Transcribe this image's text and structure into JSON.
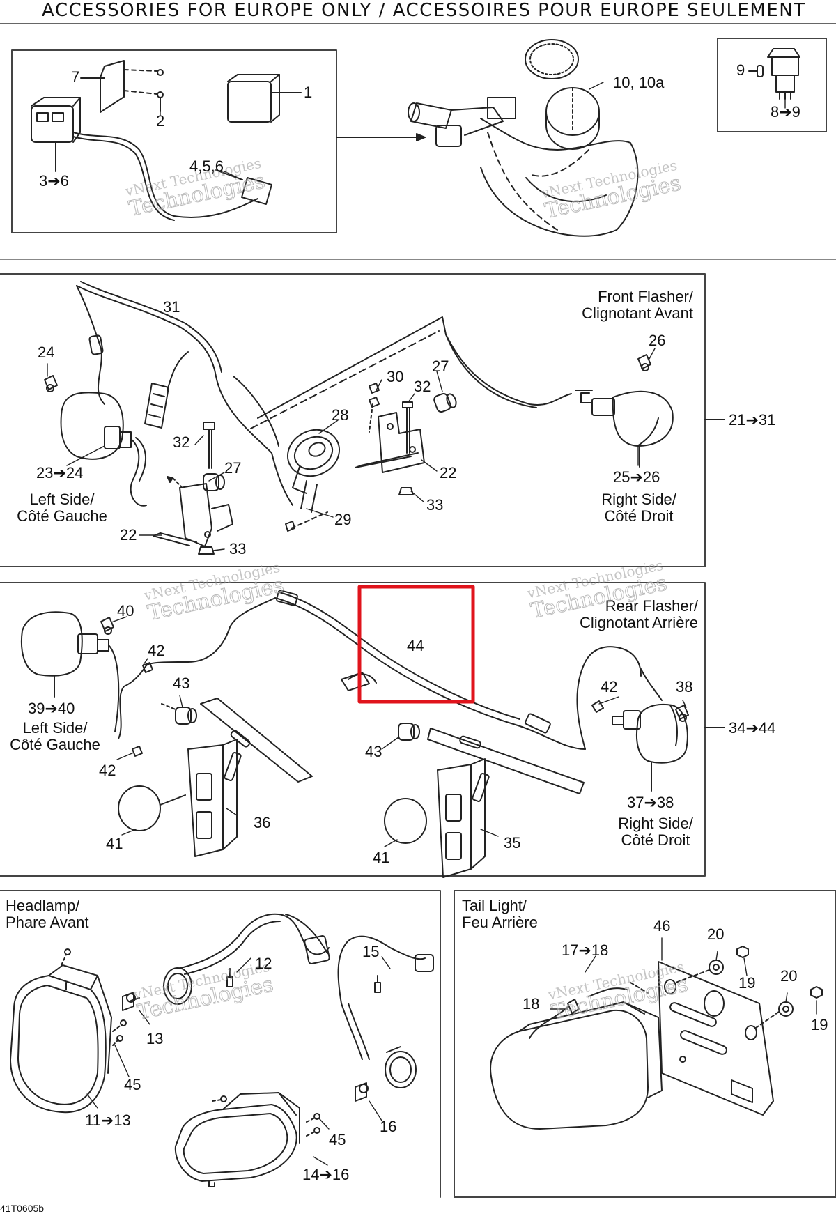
{
  "page_title": "ACCESSORIES FOR EUROPE ONLY / ACCESSOIRES POUR EUROPE SEULEMENT",
  "drawing_code": "41T0605b",
  "watermark": {
    "line1": "vNext",
    "line2": "Technologies",
    "inline": "vNext Technologies"
  },
  "sections": {
    "front_flasher": {
      "caption_en": "Front Flasher/",
      "caption_fr": "Clignotant Avant",
      "range_label": "21➔31"
    },
    "rear_flasher": {
      "caption_en": "Rear Flasher/",
      "caption_fr": "Clignotant Arrière",
      "range_label": "34➔44"
    },
    "headlamp": {
      "caption_en": "Headlamp/",
      "caption_fr": "Phare Avant"
    },
    "tail_light": {
      "caption_en": "Tail Light/",
      "caption_fr": "Feu Arrière"
    }
  },
  "side_labels": {
    "left_en": "Left Side/",
    "left_fr": "Côté Gauche",
    "right_en": "Right Side/",
    "right_fr": "Côté Droit"
  },
  "part_labels": {
    "p1": "1",
    "p2": "2",
    "p3_6": "3➔6",
    "p4_5_6": "4,5,6",
    "p7": "7",
    "p10": "10, 10a",
    "p9": "9",
    "p8_9": "8➔9",
    "p31": "31",
    "p24": "24",
    "p23_24": "23➔24",
    "p32a": "32",
    "p27a": "27",
    "p22a": "22",
    "p33a": "33",
    "p28": "28",
    "p29": "29",
    "p30": "30",
    "p32b": "32",
    "p27b": "27",
    "p22b": "22",
    "p33b": "33",
    "p26": "26",
    "p25_26": "25➔26",
    "p40": "40",
    "p42a": "42",
    "p43a": "43",
    "p39_40": "39➔40",
    "p42b": "42",
    "p41a": "41",
    "p36": "36",
    "p44": "44",
    "p43b": "43",
    "p41b": "41",
    "p35": "35",
    "p42c": "42",
    "p38": "38",
    "p37_38": "37➔38",
    "p12": "12",
    "p13": "13",
    "p45a": "45",
    "p11_13": "11➔13",
    "p15": "15",
    "p16": "16",
    "p45b": "45",
    "p14_16": "14➔16",
    "p46": "46",
    "p17_18": "17➔18",
    "p18": "18",
    "p20a": "20",
    "p19a": "19",
    "p20b": "20",
    "p19b": "19"
  },
  "highlight": {
    "target_part": "44",
    "color": "#e0141c"
  },
  "colors": {
    "line": "#222222",
    "frame": "#555555"
  }
}
